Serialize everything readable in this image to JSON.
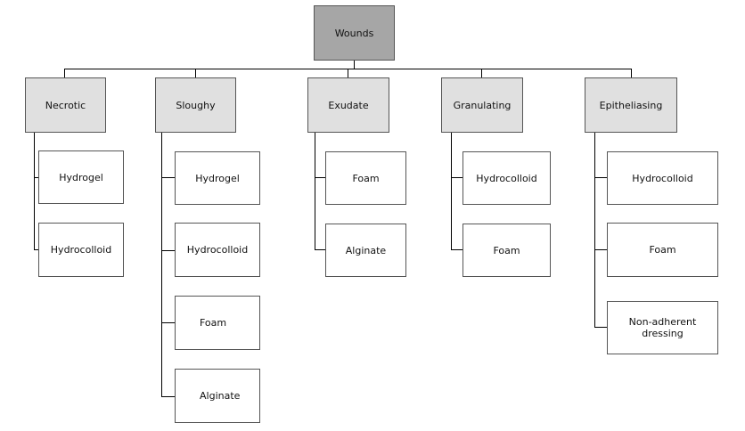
{
  "colors": {
    "root_fill": "#a6a6a6",
    "category_fill": "#e0e0e0",
    "leaf_fill": "#ffffff",
    "line": "#000000"
  },
  "root": {
    "label": "Wounds"
  },
  "categories": [
    {
      "label": "Necrotic",
      "dressings": [
        "Hydrogel",
        "Hydrocolloid"
      ]
    },
    {
      "label": "Sloughy",
      "dressings": [
        "Hydrogel",
        "Hydrocolloid",
        "Foam",
        "Alginate"
      ]
    },
    {
      "label": "Exudate",
      "dressings": [
        "Foam",
        "Alginate"
      ]
    },
    {
      "label": "Granulating",
      "dressings": [
        "Hydrocolloid",
        "Foam"
      ]
    },
    {
      "label": "Epitheliasing",
      "dressings": [
        "Hydrocolloid",
        "Foam",
        "Non-adherent dressing"
      ]
    }
  ]
}
